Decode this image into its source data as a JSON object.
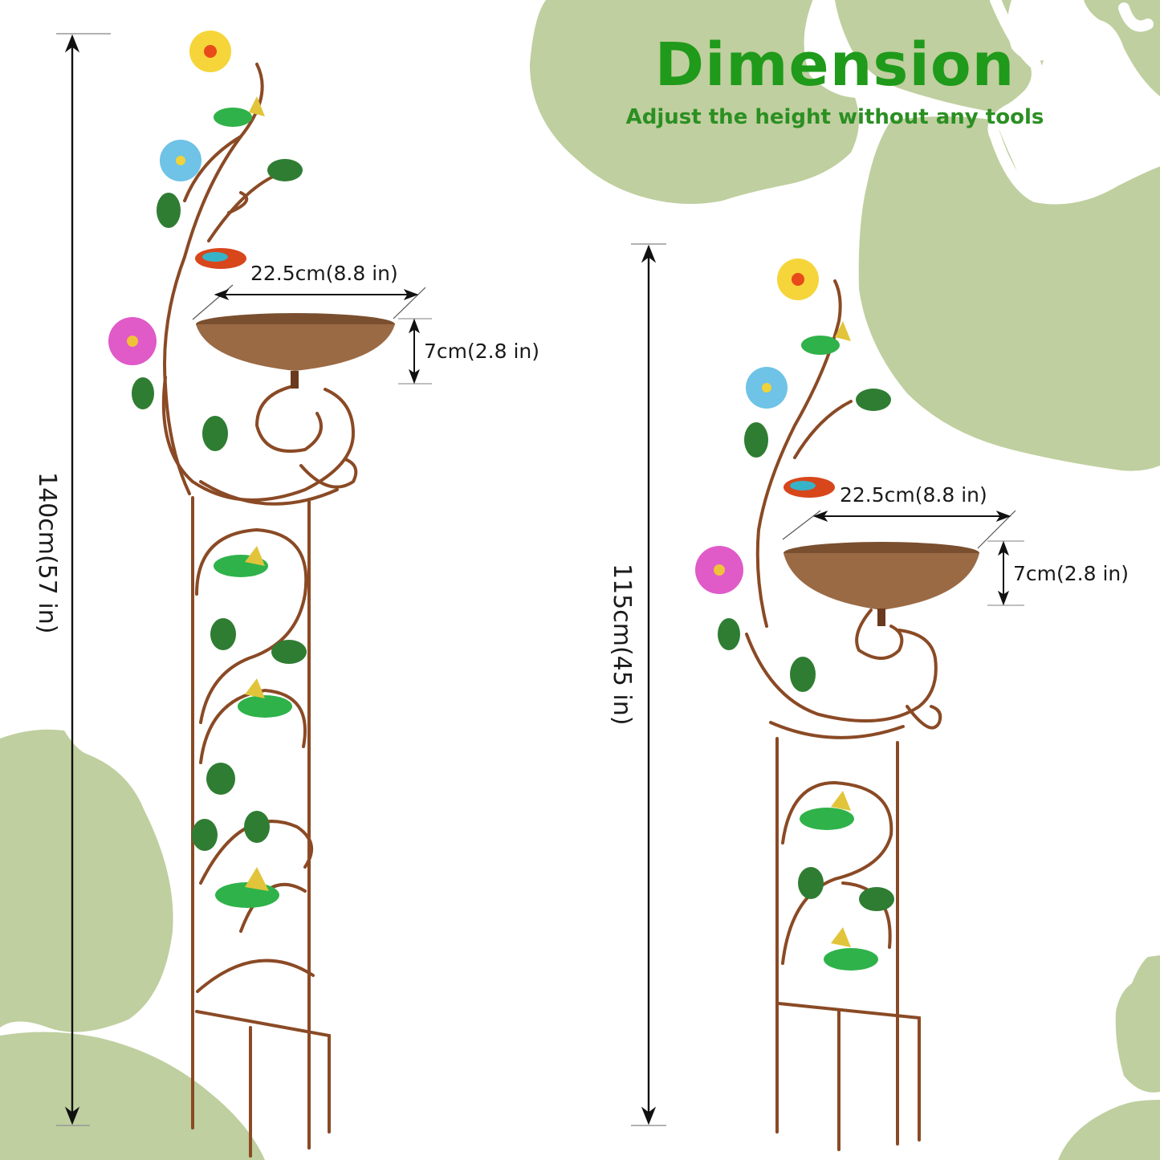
{
  "header": {
    "title": "Dimension",
    "subtitle": "Adjust the height without any tools"
  },
  "products": [
    {
      "name": "tall-configuration",
      "height_label": "140cm(57 in)",
      "bowl_width_label": "22.5cm(8.8 in)",
      "bowl_depth_label": "7cm(2.8 in)"
    },
    {
      "name": "short-configuration",
      "height_label": "115cm(45 in)",
      "bowl_width_label": "22.5cm(8.8 in)",
      "bowl_depth_label": "7cm(2.8 in)"
    }
  ],
  "colors": {
    "title_green": "#1f9a1a",
    "blob_sage": "#bfcf9f",
    "metal_copper": "#8a4a25",
    "bowl_bronze": "#9a6a45",
    "leaf_green": "#2f7d32",
    "hummingbird_green": "#2fb24a",
    "flower_yellow": "#f5d53a",
    "flower_blue": "#6ec3e6",
    "flower_pink": "#e05ac8",
    "bird_orange": "#d8461c"
  }
}
